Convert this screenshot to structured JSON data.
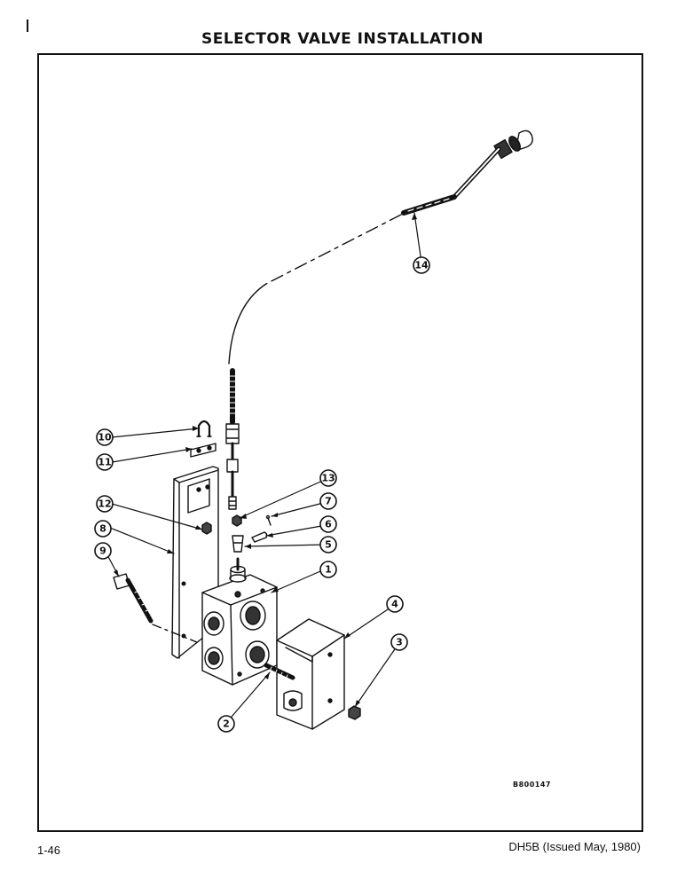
{
  "page": {
    "title": "SELECTOR VALVE INSTALLATION",
    "page_number": "1-46",
    "document_reference": "DH5B (Issued May, 1980)",
    "figure_id": "B800147"
  },
  "callouts": [
    "1",
    "2",
    "3",
    "4",
    "5",
    "6",
    "7",
    "8",
    "9",
    "10",
    "11",
    "12",
    "13",
    "14"
  ]
}
